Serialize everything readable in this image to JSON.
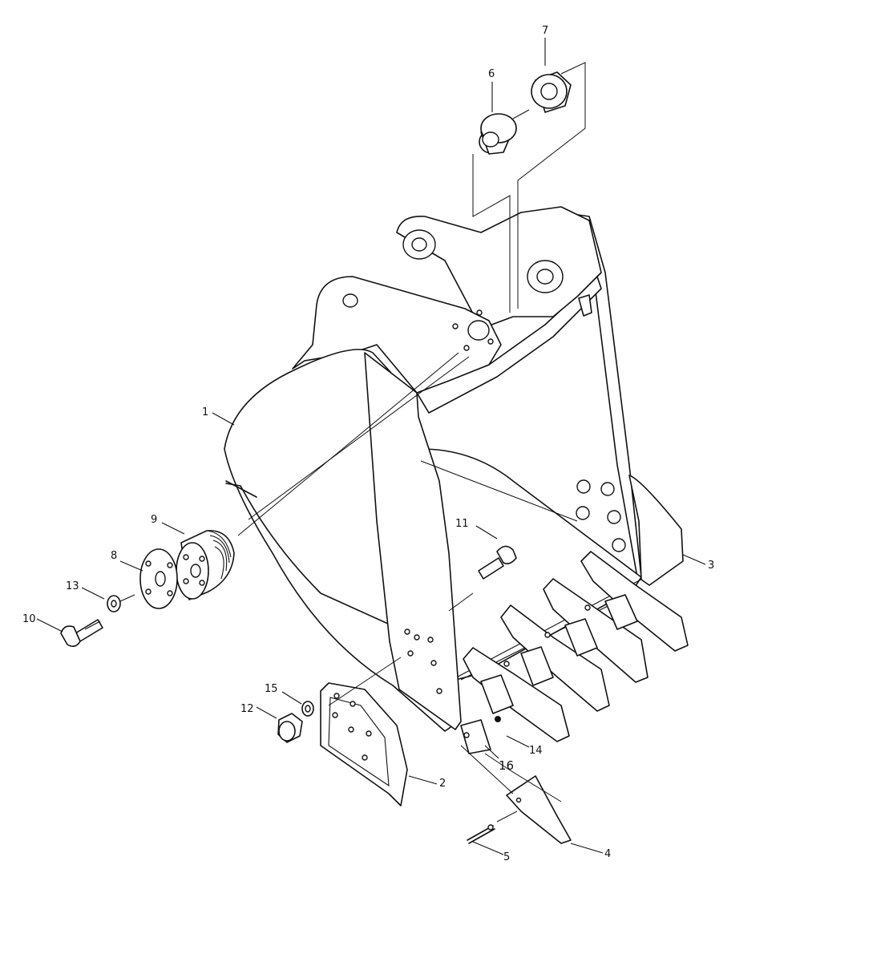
{
  "diagram": {
    "part_labels": [
      "1",
      "2",
      "3",
      "4",
      "5",
      "6",
      "7",
      "8",
      "9",
      "10",
      "11",
      "12",
      "13",
      "14",
      "15",
      "16"
    ]
  }
}
